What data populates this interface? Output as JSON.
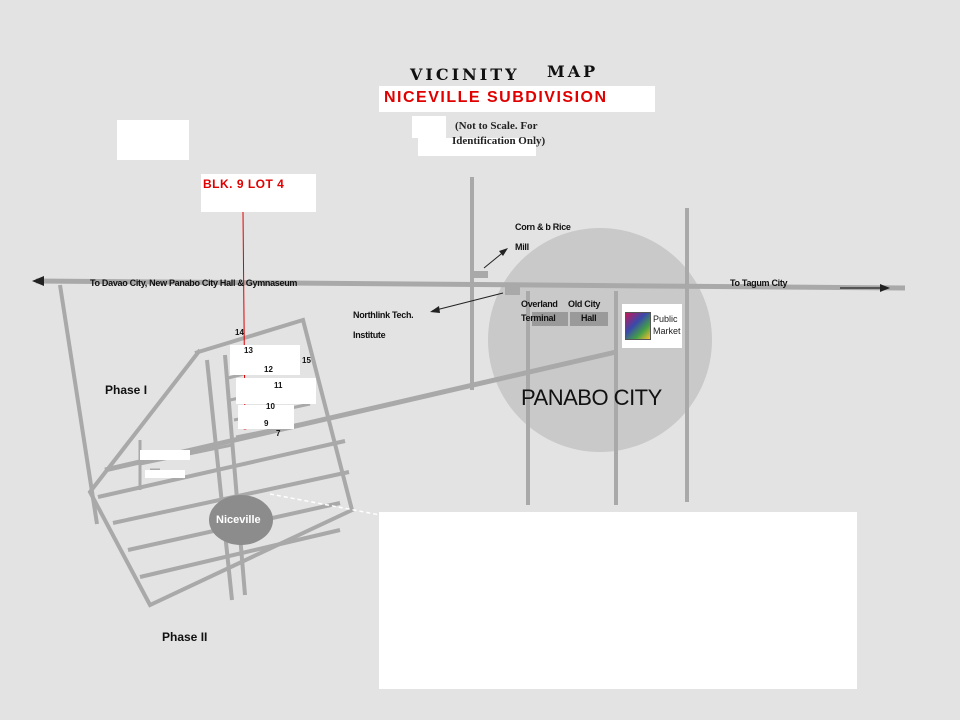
{
  "title": {
    "line1": "VICINITY",
    "line2": "MAP",
    "subtitle": "NICEVILLE SUBDIVISION"
  },
  "note": {
    "line1": "(Not to Scale. For",
    "line2": "Identification Only)"
  },
  "marker": {
    "label": "BLK. 9 LOT 4",
    "color": "#e00000"
  },
  "roads": {
    "west_label": "To Davao City, New Panabo City Hall & Gymnaseum",
    "east_label": "To Tagum City"
  },
  "landmarks": {
    "rice_mill": {
      "line1": "Corn & b Rice",
      "line2": "Mill"
    },
    "northlink": {
      "line1": "Northlink Tech.",
      "line2": "Institute"
    },
    "overland": {
      "line1": "Overland",
      "line2": "Terminal"
    },
    "old_city_hall": {
      "line1": "Old City",
      "line2": "Hall"
    },
    "public_market": {
      "line1": "Public",
      "line2": "Market"
    }
  },
  "areas": {
    "city": "PANABO CITY",
    "phase1": "Phase I",
    "phase2": "Phase II",
    "niceville": "Niceville"
  },
  "lots": [
    "14",
    "13",
    "12",
    "11",
    "10",
    "9",
    "7",
    "15"
  ],
  "colors": {
    "background": "#e3e3e3",
    "road": "#a9a9a9",
    "city_circle": "#c9c9c9",
    "niceville_oval": "#8c8c8c",
    "accent": "#e00000"
  },
  "icons": {
    "market": "public-market-icon"
  }
}
